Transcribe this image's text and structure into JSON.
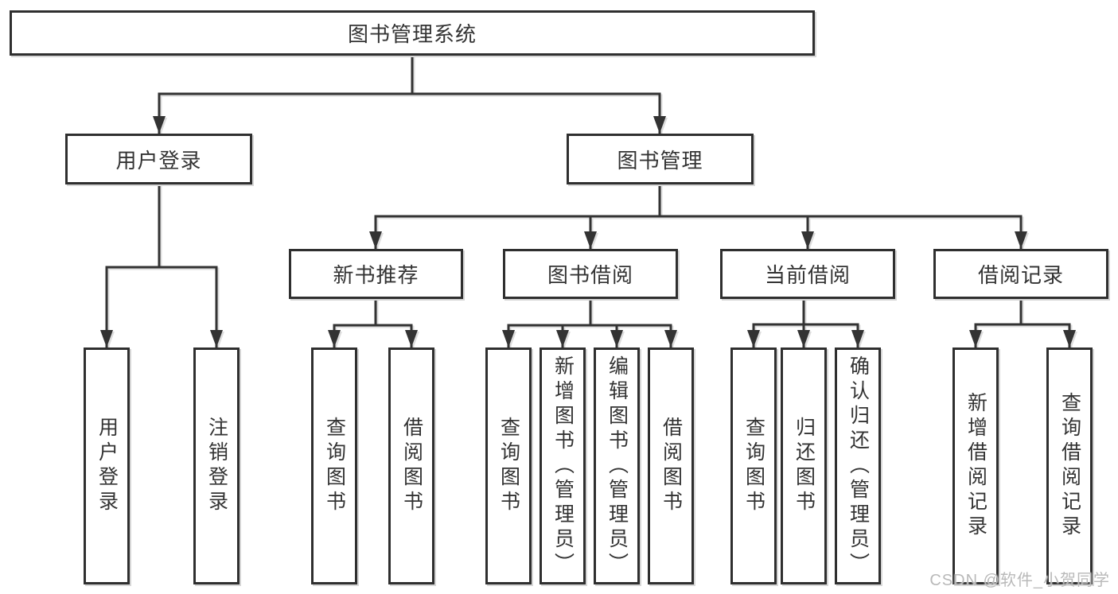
{
  "colors": {
    "line_color": "#333333",
    "border_color": "#2f2f2f",
    "box_background": "#ffffff",
    "text_color": "#333333",
    "shadow_color": "#d6d6d6",
    "watermark_color": "#b9b9b9"
  },
  "diagram": {
    "nodes": {
      "root": {
        "label": "图书管理系统"
      },
      "user_login": {
        "label": "用户登录"
      },
      "book_management": {
        "label": "图书管理"
      },
      "new_book_recommend": {
        "label": "新书推荐"
      },
      "book_borrow": {
        "label": "图书借阅"
      },
      "current_borrow": {
        "label": "当前借阅"
      },
      "borrow_records": {
        "label": "借阅记录"
      },
      "login_user_login": {
        "label": "用户登录"
      },
      "login_logout": {
        "label": "注销登录"
      },
      "rec_query_books": {
        "label": "查询图书"
      },
      "rec_borrow_books": {
        "label": "借阅图书"
      },
      "borrow_query_books": {
        "label": "查询图书"
      },
      "borrow_add_books": {
        "label": "新增图书（管理员）"
      },
      "borrow_edit_books": {
        "label": "编辑图书（管理员）"
      },
      "borrow_borrow_books": {
        "label": "借阅图书"
      },
      "current_query_books": {
        "label": "查询图书"
      },
      "current_return_books": {
        "label": "归还图书"
      },
      "current_confirm_return": {
        "label": "确认归还（管理员）"
      },
      "records_add_record": {
        "label": "新增借阅记录"
      },
      "records_query_record": {
        "label": "查询借阅记录"
      }
    },
    "edges": [
      [
        "root",
        "user_login"
      ],
      [
        "root",
        "book_management"
      ],
      [
        "user_login",
        "login_user_login"
      ],
      [
        "user_login",
        "login_logout"
      ],
      [
        "book_management",
        "new_book_recommend"
      ],
      [
        "book_management",
        "book_borrow"
      ],
      [
        "book_management",
        "current_borrow"
      ],
      [
        "book_management",
        "borrow_records"
      ],
      [
        "new_book_recommend",
        "rec_query_books"
      ],
      [
        "new_book_recommend",
        "rec_borrow_books"
      ],
      [
        "book_borrow",
        "borrow_query_books"
      ],
      [
        "book_borrow",
        "borrow_add_books"
      ],
      [
        "book_borrow",
        "borrow_edit_books"
      ],
      [
        "book_borrow",
        "borrow_borrow_books"
      ],
      [
        "current_borrow",
        "current_query_books"
      ],
      [
        "current_borrow",
        "current_return_books"
      ],
      [
        "current_borrow",
        "current_confirm_return"
      ],
      [
        "borrow_records",
        "records_add_record"
      ],
      [
        "borrow_records",
        "records_query_record"
      ]
    ]
  },
  "watermark": {
    "text": "CSDN @软件_小贺同学"
  }
}
